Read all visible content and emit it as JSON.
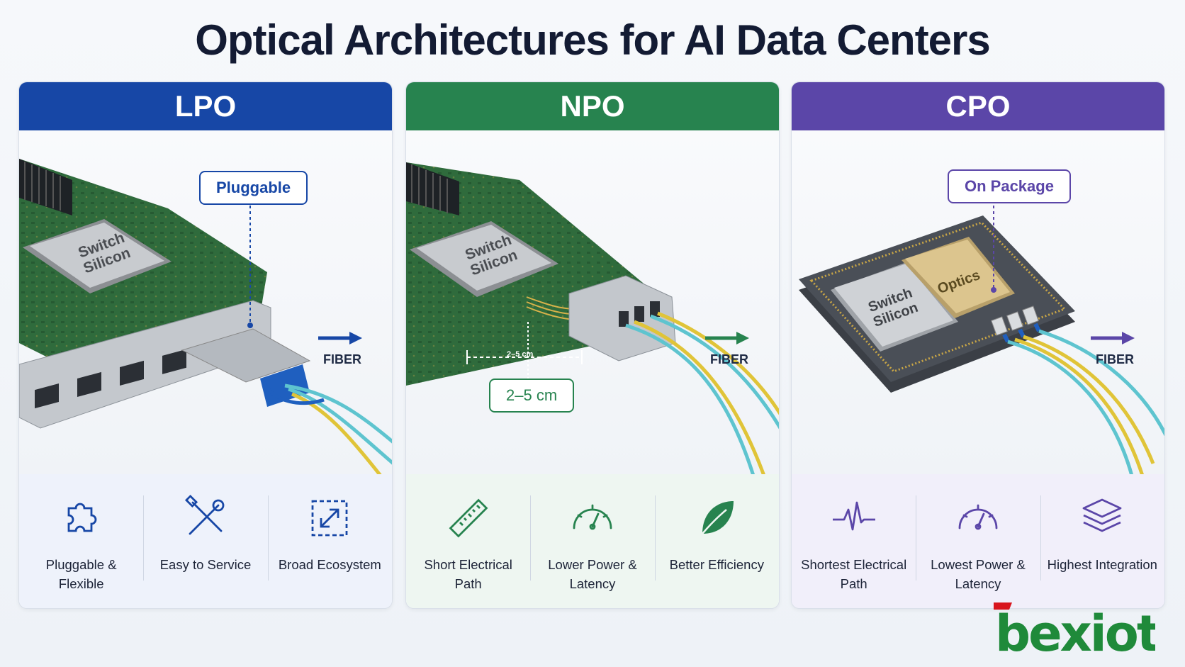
{
  "title": "Optical Architectures for AI Data Centers",
  "colors": {
    "lpo": "#1747a6",
    "npo": "#27834f",
    "cpo": "#5b46a8",
    "brand": "#1f8a3a",
    "brand_accent": "#d8151d"
  },
  "panels": [
    {
      "name": "LPO",
      "callout": "Pluggable",
      "chip_label": "Switch Silicon",
      "fiber_label": "FIBER",
      "features": [
        {
          "icon": "puzzle-icon",
          "label": "Pluggable & Flexible"
        },
        {
          "icon": "tools-icon",
          "label": "Easy to Service"
        },
        {
          "icon": "expand-arrows-icon",
          "label": "Broad Ecosystem"
        }
      ]
    },
    {
      "name": "NPO",
      "chip_label": "Switch Silicon",
      "distance_label": "2–5 cm",
      "distance_overlay": "2–5 cm",
      "fiber_label": "FIBER",
      "features": [
        {
          "icon": "ruler-icon",
          "label": "Short Electrical Path"
        },
        {
          "icon": "gauge-icon",
          "label": "Lower Power & Latency"
        },
        {
          "icon": "leaf-icon",
          "label": "Better Efficiency"
        }
      ]
    },
    {
      "name": "CPO",
      "callout": "On Package",
      "chip_label": "Switch Silicon",
      "optics_label": "Optics",
      "fiber_label": "FIBER",
      "features": [
        {
          "icon": "pulse-icon",
          "label": "Shortest Electrical Path"
        },
        {
          "icon": "gauge-icon",
          "label": "Lowest Power & Latency"
        },
        {
          "icon": "layers-icon",
          "label": "Highest Integration"
        }
      ]
    }
  ],
  "logo": {
    "text": "bexiot"
  }
}
